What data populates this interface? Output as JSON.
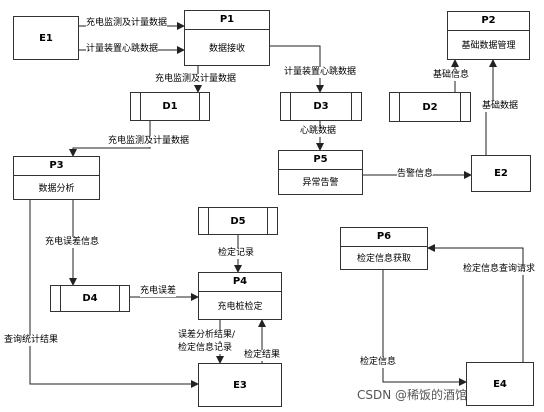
{
  "entities": {
    "e1": "E1",
    "e2": "E2",
    "e3": "E3",
    "e4": "E4"
  },
  "processes": {
    "p1": {
      "id": "P1",
      "name": "数据接收"
    },
    "p2": {
      "id": "P2",
      "name": "基础数据管理"
    },
    "p3": {
      "id": "P3",
      "name": "数据分析"
    },
    "p4": {
      "id": "P4",
      "name": "充电桩检定"
    },
    "p5": {
      "id": "P5",
      "name": "异常告警"
    },
    "p6": {
      "id": "P6",
      "name": "检定信息获取"
    }
  },
  "stores": {
    "d1": "D1",
    "d2": "D2",
    "d3": "D3",
    "d4": "D4",
    "d5": "D5"
  },
  "flows": {
    "e1_p1_charge": "充电监测及计量数据",
    "e1_p1_heartbeat": "计量装置心跳数据",
    "p1_d1": "充电监测及计量数据",
    "p1_d3": "计量装置心跳数据",
    "d2_p2": "基础信息",
    "e2_p2": "基础数据",
    "d1_p3": "充电监测及计量数据",
    "d3_p5": "心跳数据",
    "p5_e2": "告警信息",
    "p3_d4": "充电误差信息",
    "d5_p4": "检定记录",
    "d4_p4": "充电误差",
    "p3_e3": "查询统计结果",
    "p4_e3_line1": "误差分析结果/",
    "p4_e3_line2": "检定信息记录",
    "e3_p4": "检定结果",
    "e4_p6": "检定信息查询请求",
    "p6_e4": "检定信息"
  },
  "watermark": "CSDN @稀饭的酒馆"
}
